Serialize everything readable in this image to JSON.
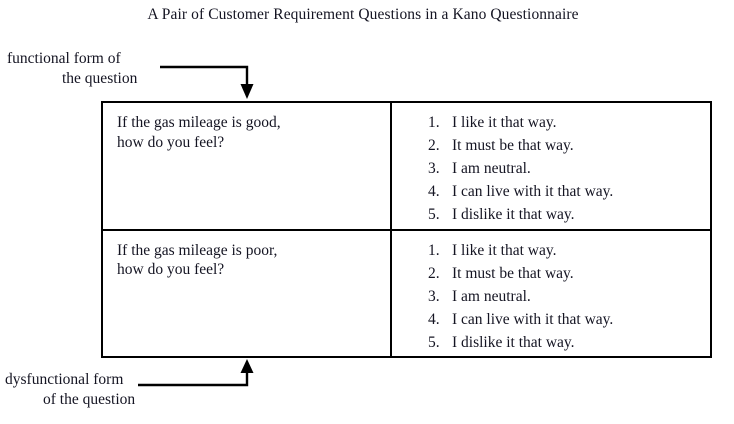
{
  "figure": {
    "title": "A Pair of Customer Requirement Questions in a Kano Questionnaire"
  },
  "annotations": {
    "functional": {
      "line1": "functional form of",
      "line2": "the question",
      "arrow": "arrow-down"
    },
    "dysfunctional": {
      "line1": "dysfunctional form",
      "line2": "of the question",
      "arrow": "arrow-up"
    }
  },
  "table": {
    "rows": [
      {
        "question": {
          "line1": "If the gas mileage is good,",
          "line2": "how do you feel?"
        },
        "answers": [
          {
            "num": "1.",
            "text": "I like it that way."
          },
          {
            "num": "2.",
            "text": "It must be that way."
          },
          {
            "num": "3.",
            "text": "I am neutral."
          },
          {
            "num": "4.",
            "text": "I can live with it that way."
          },
          {
            "num": "5.",
            "text": "I dislike it that way."
          }
        ]
      },
      {
        "question": {
          "line1": "If the gas mileage is poor,",
          "line2": "how do you feel?"
        },
        "answers": [
          {
            "num": "1.",
            "text": "I like it that way."
          },
          {
            "num": "2.",
            "text": "It must be that way."
          },
          {
            "num": "3.",
            "text": "I am neutral."
          },
          {
            "num": "4.",
            "text": "I can live with it that way."
          },
          {
            "num": "5.",
            "text": "I dislike it that way."
          }
        ]
      }
    ]
  },
  "colors": {
    "ink": "#141422",
    "rule": "#000000",
    "background": "#ffffff"
  }
}
